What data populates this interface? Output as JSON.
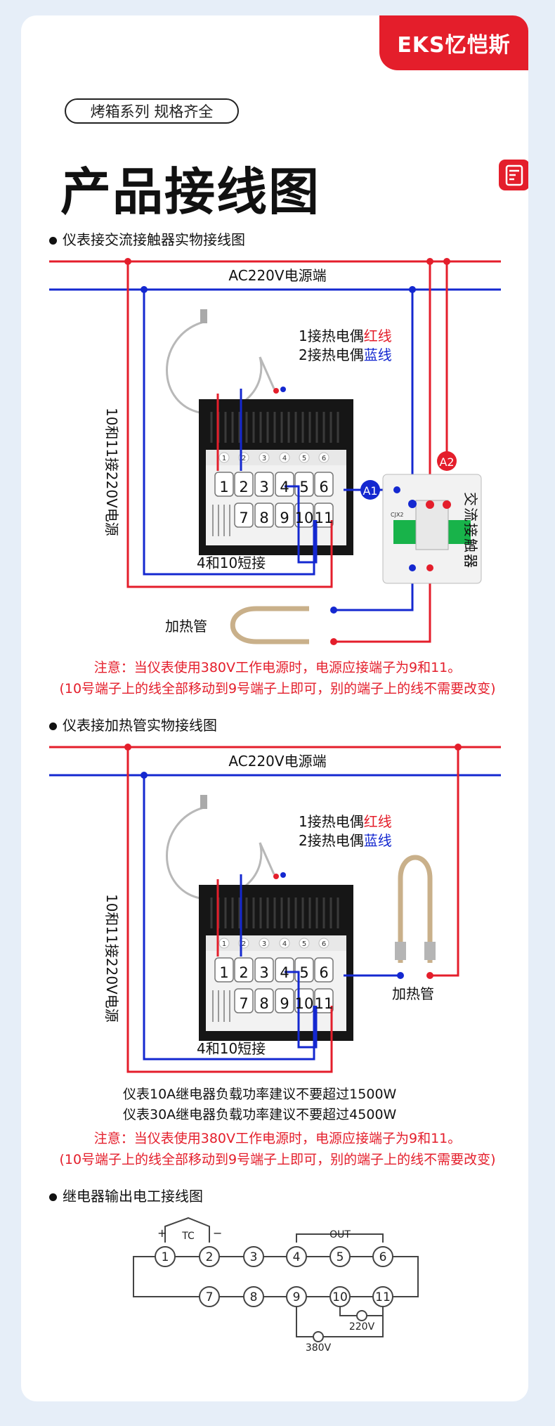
{
  "brand": "EKS忆恺斯",
  "tag": "烤箱系列 规格齐全",
  "title": "产品接线图",
  "section1": {
    "heading": "仪表接交流接触器实物接线图",
    "power": "AC220V电源端",
    "tc_red_prefix": "1接热电偶",
    "tc_red_color": "红线",
    "tc_blue_prefix": "2接热电偶",
    "tc_blue_color": "蓝线",
    "vertical": "10和11接220V电源",
    "short": "4和10短接",
    "contactor": "交流接触器",
    "contactor_model": "CJX2",
    "heater": "加热管",
    "a1": "A1",
    "a2": "A2",
    "note1": "注意：当仪表使用380V工作电源时，电源应接端子为9和11。",
    "note2": "(10号端子上的线全部移动到9号端子上即可，别的端子上的线不需要改变)"
  },
  "section2": {
    "heading": "仪表接加热管实物接线图",
    "power": "AC220V电源端",
    "tc_red_prefix": "1接热电偶",
    "tc_red_color": "红线",
    "tc_blue_prefix": "2接热电偶",
    "tc_blue_color": "蓝线",
    "vertical": "10和11接220V电源",
    "short": "4和10短接",
    "heater": "加热管",
    "load1": "仪表10A继电器负载功率建议不要超过1500W",
    "load2": "仪表30A继电器负载功率建议不要超过4500W",
    "note1": "注意：当仪表使用380V工作电源时，电源应接端子为9和11。",
    "note2": "(10号端子上的线全部移动到9号端子上即可，别的端子上的线不需要改变)"
  },
  "section3": {
    "heading": "继电器输出电工接线图",
    "tc": "TC",
    "plus": "+",
    "minus": "−",
    "out": "OUT",
    "v220": "220V",
    "v380": "380V"
  },
  "terminals_top": [
    "1",
    "2",
    "3",
    "4",
    "5",
    "6"
  ],
  "terminals_bottom": [
    "7",
    "8",
    "9",
    "10",
    "11"
  ],
  "colors": {
    "red": "#e41e2b",
    "blue": "#1428d0",
    "dark": "#222222"
  }
}
